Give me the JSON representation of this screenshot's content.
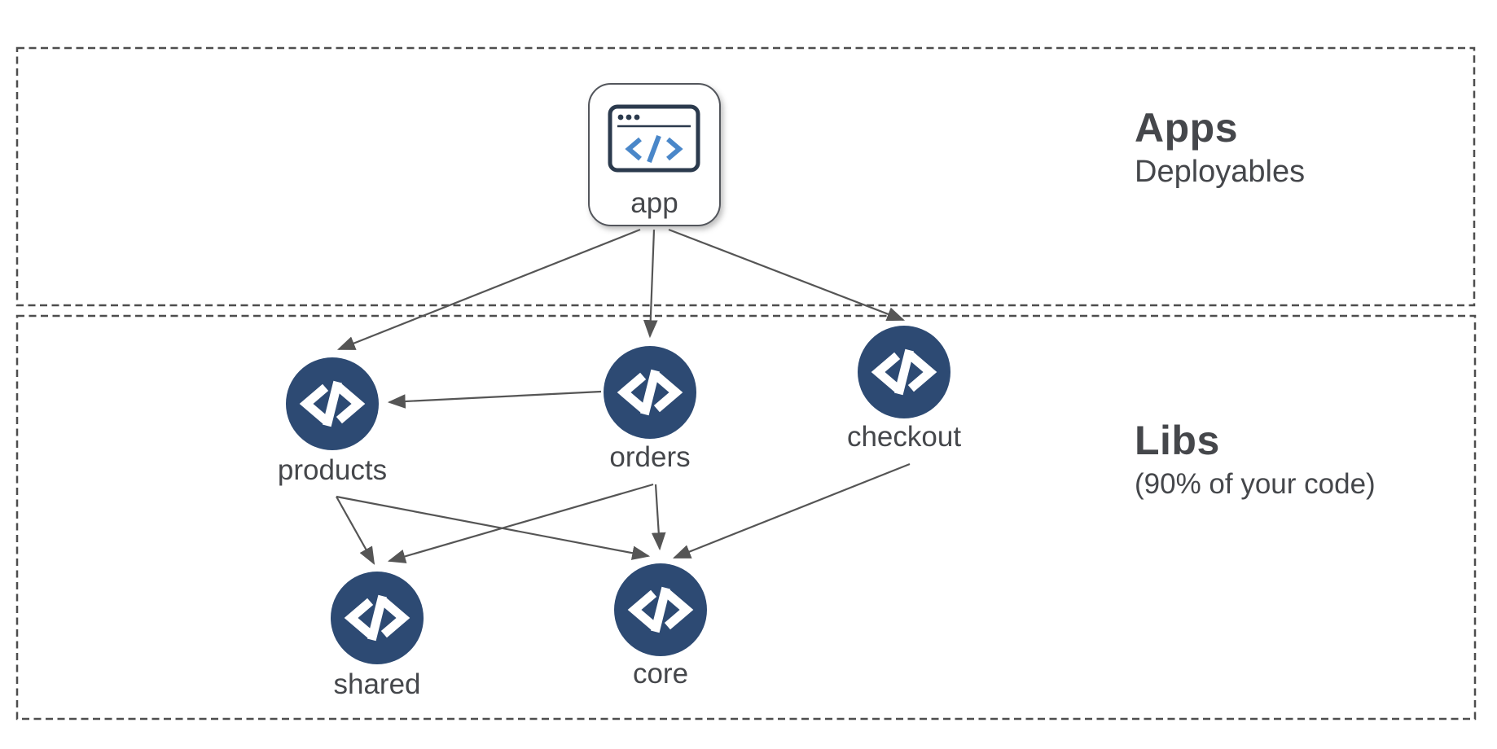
{
  "sections": {
    "apps": {
      "title": "Apps",
      "subtitle": "Deployables"
    },
    "libs": {
      "title": "Libs",
      "subtitle": "(90% of your code)"
    }
  },
  "nodes": {
    "app": {
      "label": "app",
      "kind": "application",
      "icon": "browser-code-icon"
    },
    "products": {
      "label": "products",
      "kind": "library",
      "icon": "code-icon"
    },
    "orders": {
      "label": "orders",
      "kind": "library",
      "icon": "code-icon"
    },
    "checkout": {
      "label": "checkout",
      "kind": "library",
      "icon": "code-icon"
    },
    "shared": {
      "label": "shared",
      "kind": "library",
      "icon": "code-icon"
    },
    "core": {
      "label": "core",
      "kind": "library",
      "icon": "code-icon"
    }
  },
  "edges": [
    {
      "from": "app",
      "to": "products"
    },
    {
      "from": "app",
      "to": "orders"
    },
    {
      "from": "app",
      "to": "checkout"
    },
    {
      "from": "orders",
      "to": "products"
    },
    {
      "from": "products",
      "to": "shared"
    },
    {
      "from": "products",
      "to": "core"
    },
    {
      "from": "orders",
      "to": "shared"
    },
    {
      "from": "orders",
      "to": "core"
    },
    {
      "from": "checkout",
      "to": "core"
    }
  ],
  "colors": {
    "node_fill": "#2d4a73",
    "edge": "#555555",
    "text": "#45474b",
    "section_border": "#4d4d4d",
    "card_border": "#53565c",
    "browser_outline": "#2b3a4d",
    "browser_code": "#4a87c9"
  }
}
